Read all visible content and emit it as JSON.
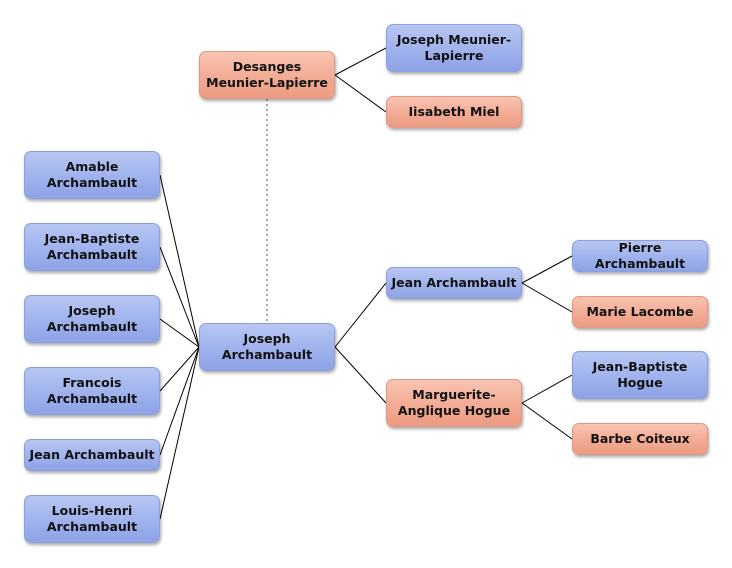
{
  "colors": {
    "male": "#9fb2ec",
    "female": "#f2ab94",
    "edge": "#000000",
    "spouse_edge": "#555555"
  },
  "nodes": {
    "desanges": {
      "label": "Desanges\nMeunier-Lapierre",
      "gender": "female"
    },
    "joseph_ml": {
      "label": "Joseph Meunier-\nLapierre",
      "gender": "male"
    },
    "isabeth": {
      "label": "Iisabeth Miel",
      "gender": "female"
    },
    "amable": {
      "label": "Amable\nArchambault",
      "gender": "male"
    },
    "jean_baptiste_a": {
      "label": "Jean-Baptiste\nArchambault",
      "gender": "male"
    },
    "joseph_child": {
      "label": "Joseph\nArchambault",
      "gender": "male"
    },
    "francois": {
      "label": "Francois\nArchambault",
      "gender": "male"
    },
    "jean_child": {
      "label": "Jean Archambault",
      "gender": "male"
    },
    "louis_henri": {
      "label": "Louis-Henri\nArchambault",
      "gender": "male"
    },
    "joseph_root": {
      "label": "Joseph\nArchambault",
      "gender": "male"
    },
    "jean_father": {
      "label": "Jean Archambault",
      "gender": "male"
    },
    "marguerite": {
      "label": "Marguerite-\nAnglique Hogue",
      "gender": "female"
    },
    "pierre": {
      "label": "Pierre Archambault",
      "gender": "male"
    },
    "marie": {
      "label": "Marie Lacombe",
      "gender": "female"
    },
    "jean_baptiste_h": {
      "label": "Jean-Baptiste\nHogue",
      "gender": "male"
    },
    "barbe": {
      "label": "Barbe Coiteux",
      "gender": "female"
    }
  },
  "edges": [
    {
      "from": "desanges",
      "to": "joseph_ml",
      "kind": "parent"
    },
    {
      "from": "desanges",
      "to": "isabeth",
      "kind": "parent"
    },
    {
      "from": "desanges",
      "to": "joseph_root",
      "kind": "spouse"
    },
    {
      "from": "joseph_root",
      "to": "amable",
      "kind": "child"
    },
    {
      "from": "joseph_root",
      "to": "jean_baptiste_a",
      "kind": "child"
    },
    {
      "from": "joseph_root",
      "to": "joseph_child",
      "kind": "child"
    },
    {
      "from": "joseph_root",
      "to": "francois",
      "kind": "child"
    },
    {
      "from": "joseph_root",
      "to": "jean_child",
      "kind": "child"
    },
    {
      "from": "joseph_root",
      "to": "louis_henri",
      "kind": "child"
    },
    {
      "from": "joseph_root",
      "to": "jean_father",
      "kind": "parent"
    },
    {
      "from": "joseph_root",
      "to": "marguerite",
      "kind": "parent"
    },
    {
      "from": "jean_father",
      "to": "pierre",
      "kind": "parent"
    },
    {
      "from": "jean_father",
      "to": "marie",
      "kind": "parent"
    },
    {
      "from": "marguerite",
      "to": "jean_baptiste_h",
      "kind": "parent"
    },
    {
      "from": "marguerite",
      "to": "barbe",
      "kind": "parent"
    }
  ]
}
